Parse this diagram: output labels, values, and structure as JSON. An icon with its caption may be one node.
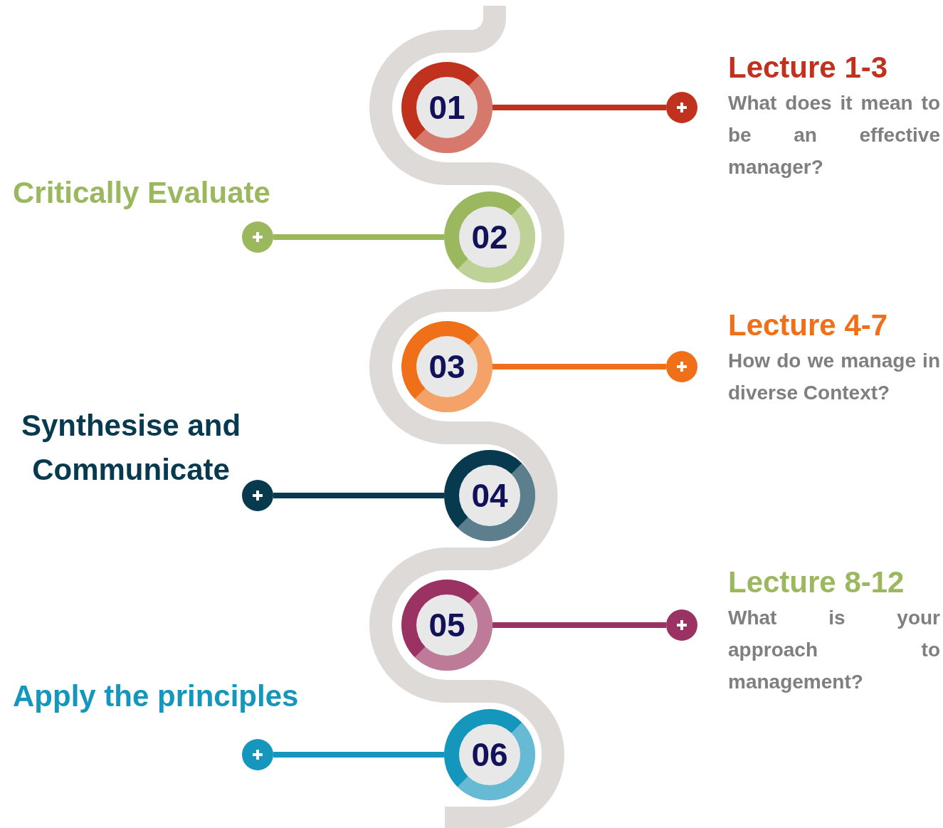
{
  "diagram": {
    "nodes": [
      {
        "text": [
          "01"
        ]
      },
      {
        "text": [],
        "shape": "circle",
        "beside": [
          "Lecture 1-3",
          "What does it mean to be an effective manager?"
        ]
      },
      {
        "text": [
          "02"
        ]
      },
      {
        "text": [],
        "shape": "circle",
        "beside": [
          "Critically Evaluate"
        ]
      },
      {
        "text": [
          "03"
        ]
      },
      {
        "text": [],
        "shape": "circle",
        "beside": [
          "Lecture 4-7",
          "How do we manage in diverse Context?"
        ]
      },
      {
        "text": [
          "04"
        ]
      },
      {
        "text": [],
        "shape": "circle",
        "beside": [
          "Synthesise and Communicate"
        ]
      },
      {
        "text": [
          "05"
        ]
      },
      {
        "text": [],
        "shape": "circle",
        "beside": [
          "Lecture 8-12",
          "What is your approach to management?"
        ]
      },
      {
        "text": [
          "06"
        ]
      },
      {
        "text": [],
        "shape": "circle",
        "beside": [
          "Apply the principles"
        ]
      }
    ],
    "edges": [
      {
        "from": 0,
        "to": 1,
        "arrow": "none",
        "color": "#c0311e"
      },
      {
        "from": 2,
        "to": 3,
        "arrow": "none",
        "color": "#9cb85e"
      },
      {
        "from": 4,
        "to": 5,
        "arrow": "none",
        "color": "#f07019"
      },
      {
        "from": 6,
        "to": 7,
        "arrow": "none",
        "color": "#073a4f"
      },
      {
        "from": 8,
        "to": 9,
        "arrow": "none",
        "color": "#9a3363"
      },
      {
        "from": 10,
        "to": 11,
        "arrow": "none",
        "color": "#1596bd"
      }
    ]
  }
}
